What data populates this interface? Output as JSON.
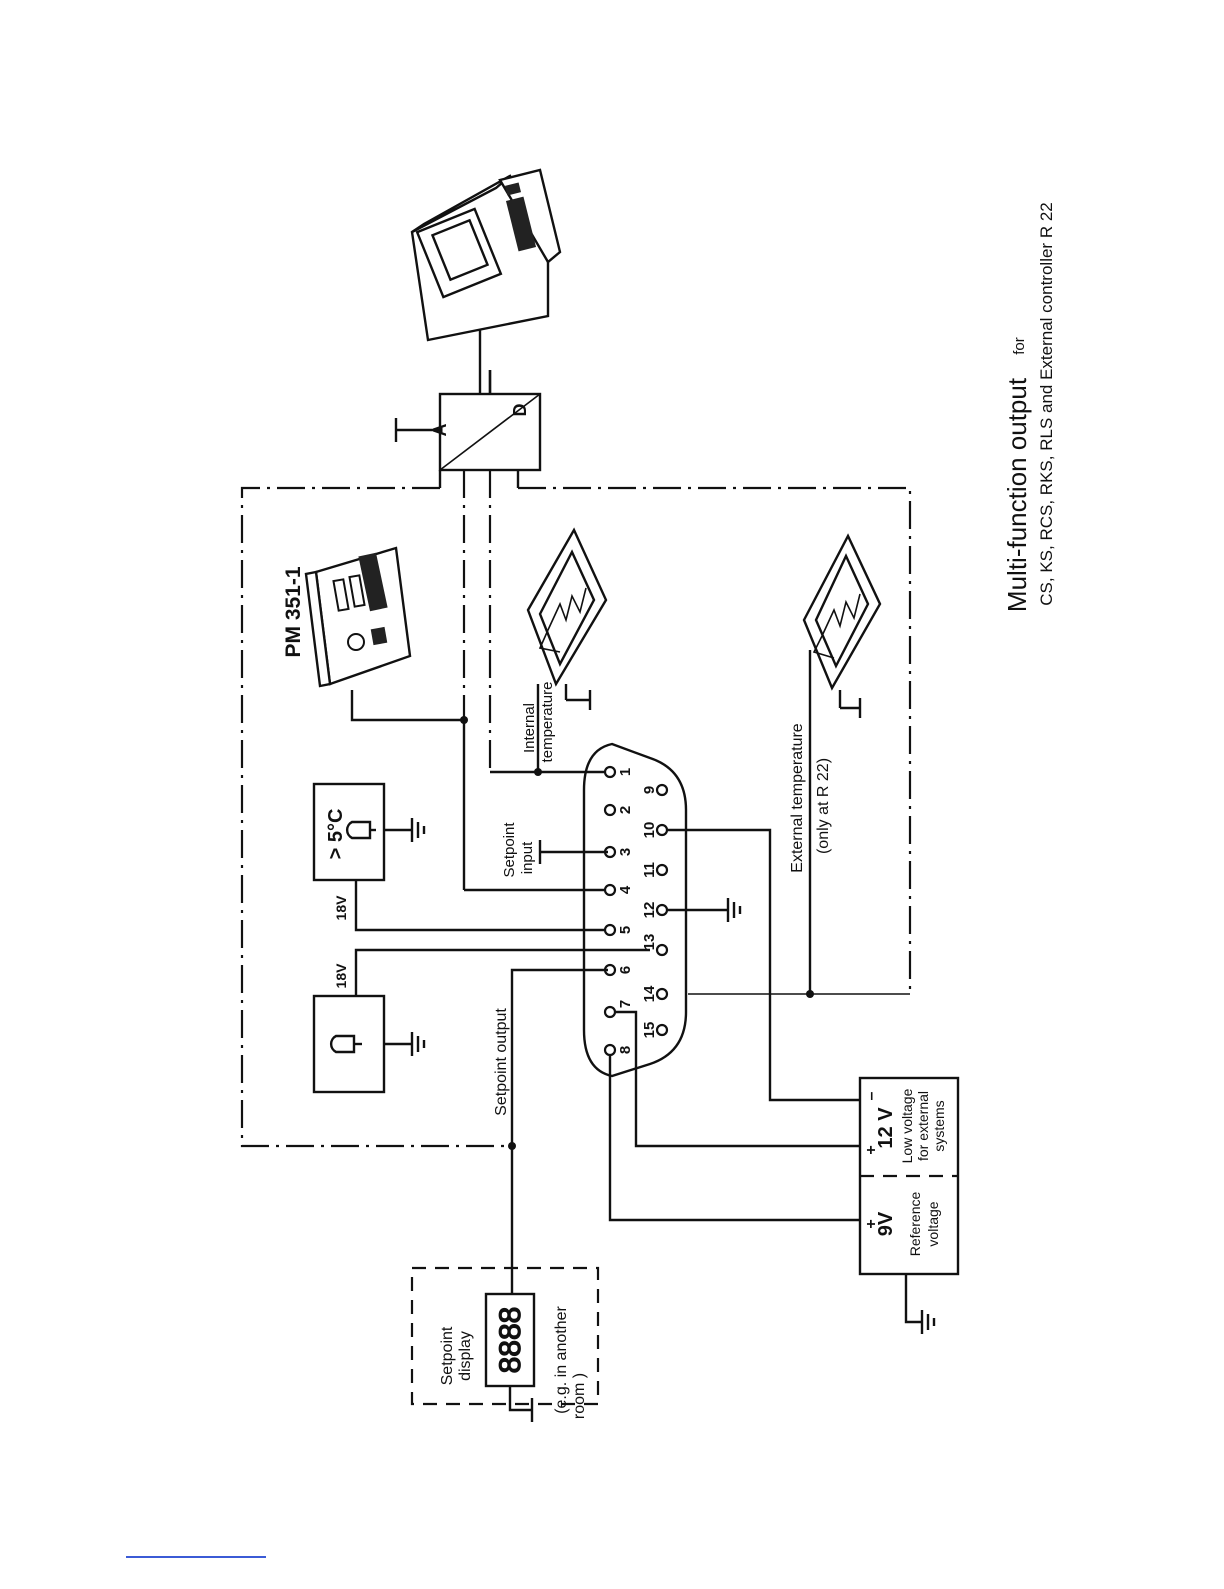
{
  "caption": {
    "line1": "Multi-function output",
    "line1_for": "for",
    "line2": "CS, KS, RCS, RKS, RLS and External controller R 22"
  },
  "converter": {
    "a": "A",
    "d": "D"
  },
  "recorder": {
    "label": "PM 351-1"
  },
  "alarm_box": {
    "temp_label": "> 5°C"
  },
  "voltages": {
    "v18_top": "18V",
    "v18_bottom": "18V"
  },
  "connector_pins": [
    "1",
    "2",
    "3",
    "4",
    "5",
    "6",
    "7",
    "8",
    "9",
    "10",
    "11",
    "12",
    "13",
    "14",
    "15"
  ],
  "labels": {
    "internal_temp_1": "Internal",
    "internal_temp_2": "temperature",
    "setpoint_input_1": "Setpoint",
    "setpoint_input_2": "input",
    "external_temp_1": "External   temperature",
    "external_temp_2": "(only   at   R 22)",
    "setpoint_output": "Setpoint output"
  },
  "power_box": {
    "v12": "12 V",
    "v12_plus": "+",
    "v12_minus": "–",
    "low_voltage_1": "Low voltage",
    "low_voltage_2": "for external",
    "low_voltage_3": "systems",
    "v9": "9V",
    "v9_plus": "+",
    "reference_1": "Reference",
    "reference_2": "voltage"
  },
  "setpoint_display": {
    "label_1": "Setpoint",
    "label_2": "display",
    "note_1": "(e.g. in another",
    "note_2": "room )",
    "digits": "8888"
  }
}
